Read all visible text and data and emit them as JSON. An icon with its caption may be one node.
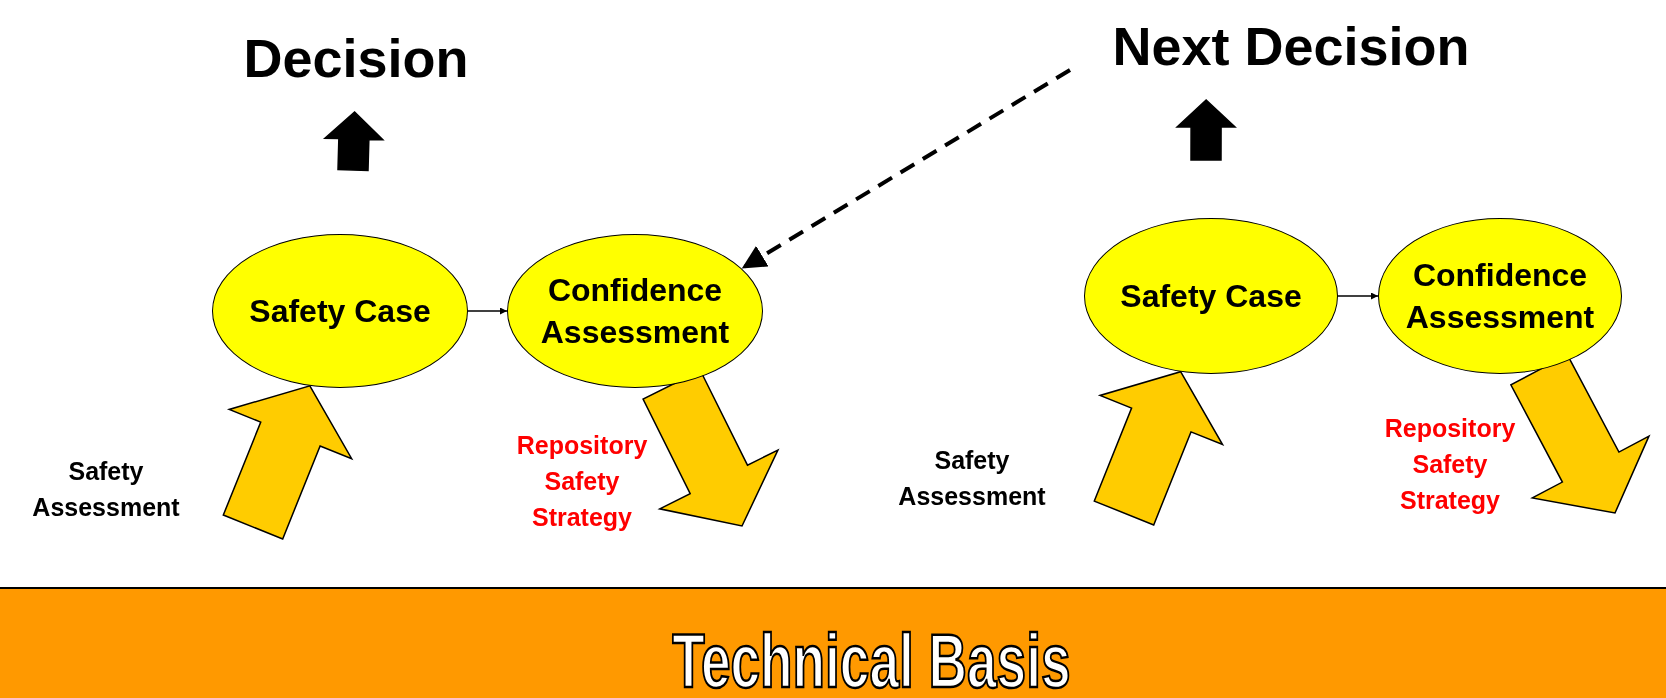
{
  "diagram": {
    "nodes": [
      {
        "text": [
          "Decision"
        ]
      },
      {
        "text": [
          "Safety Case"
        ]
      },
      {
        "text": [
          "Confidence Assessment"
        ]
      },
      {
        "text": [
          "Next Decision"
        ]
      },
      {
        "text": [
          "Safety Case"
        ]
      },
      {
        "text": [
          "Confidence Assessment"
        ]
      },
      {
        "text": [
          "Technical Basis"
        ]
      }
    ],
    "edges": [
      {
        "from": 1,
        "to": 2,
        "arrow": "to"
      },
      {
        "from": 3,
        "to": 2,
        "arrow": "to",
        "style": "dashed"
      },
      {
        "from": null,
        "to": 0,
        "arrow": "to",
        "style": "thick"
      },
      {
        "from": null,
        "to": 1,
        "arrow": "to",
        "style": "thick",
        "color": "#ffcc00"
      },
      {
        "from": 2,
        "to": null,
        "arrow": "to",
        "style": "thick",
        "color": "#ffcc00"
      },
      {
        "from": 4,
        "to": 5,
        "arrow": "to"
      },
      {
        "from": null,
        "to": 3,
        "arrow": "to",
        "style": "thick"
      },
      {
        "from": null,
        "to": 4,
        "arrow": "to",
        "style": "thick",
        "color": "#ffcc00"
      },
      {
        "from": 5,
        "to": null,
        "arrow": "to",
        "style": "thick",
        "color": "#ffcc00"
      }
    ],
    "labels": [
      "Safety Assessment",
      "Repository Safety Strategy",
      "Safety Assessment",
      "Repository Safety Strategy"
    ]
  }
}
